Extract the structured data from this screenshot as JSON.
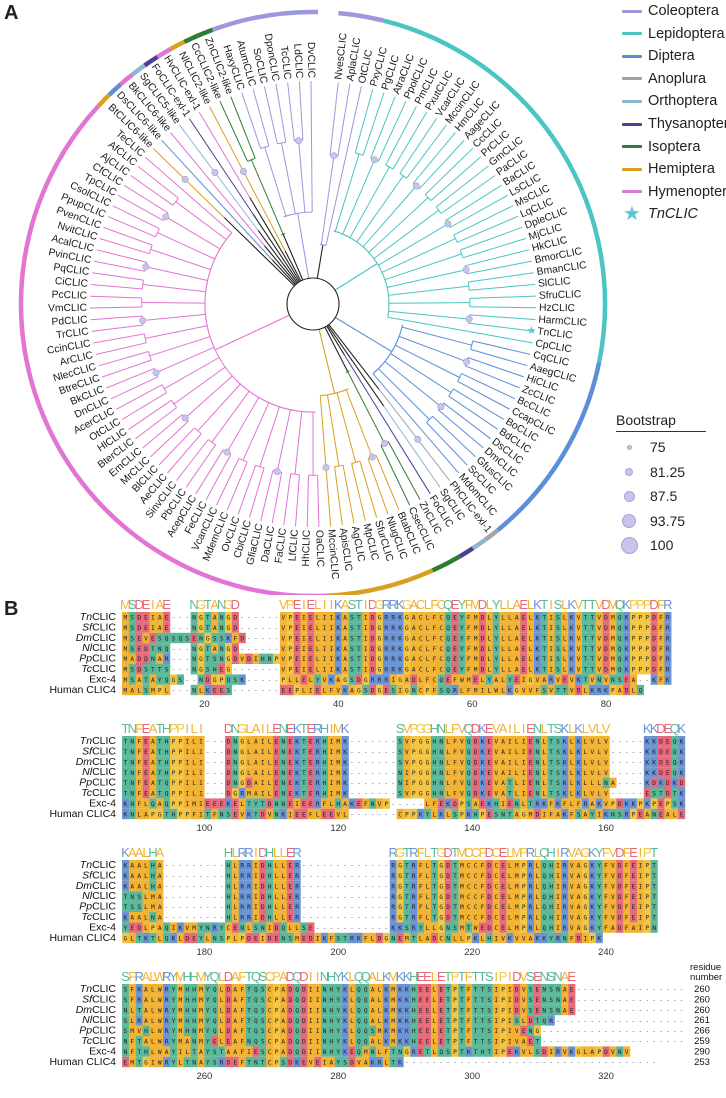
{
  "panels": {
    "a": "A",
    "b": "B"
  },
  "legend": {
    "clades": [
      {
        "name": "Coleoptera",
        "color": "#9b98dc"
      },
      {
        "name": "Lepidoptera",
        "color": "#4bc4c4"
      },
      {
        "name": "Diptera",
        "color": "#5b8fd8"
      },
      {
        "name": "Anoplura",
        "color": "#a3a3a3"
      },
      {
        "name": "Orthoptera",
        "color": "#8ab8d2"
      },
      {
        "name": "Thysanoptera",
        "color": "#4b3f96"
      },
      {
        "name": "Isoptera",
        "color": "#2e7d32"
      },
      {
        "name": "Hemiptera",
        "color": "#d7a11f"
      },
      {
        "name": "Hymenoptera",
        "color": "#e274d4"
      }
    ],
    "highlight": {
      "name": "TnCLIC",
      "icon": "star-icon",
      "color": "#5cc8d6"
    }
  },
  "bootstrap": {
    "title": "Bootstrap",
    "levels": [
      "75",
      "81.25",
      "87.5",
      "93.75",
      "100"
    ]
  },
  "tree": {
    "leaves_clockwise": [
      {
        "label": "NvesCLIC",
        "clade": "Coleoptera"
      },
      {
        "label": "AplaCLIC",
        "clade": "Coleoptera"
      },
      {
        "label": "OtCLIC",
        "clade": "Coleoptera"
      },
      {
        "label": "PxyCLIC",
        "clade": "Lepidoptera"
      },
      {
        "label": "PgCLIC",
        "clade": "Lepidoptera"
      },
      {
        "label": "AtraCLIC",
        "clade": "Lepidoptera"
      },
      {
        "label": "PpolCLIC",
        "clade": "Lepidoptera"
      },
      {
        "label": "PmCLIC",
        "clade": "Lepidoptera"
      },
      {
        "label": "PxutCLIC",
        "clade": "Lepidoptera"
      },
      {
        "label": "VcarCLIC",
        "clade": "Lepidoptera"
      },
      {
        "label": "MccinCLIC",
        "clade": "Lepidoptera"
      },
      {
        "label": "HmCLIC",
        "clade": "Lepidoptera"
      },
      {
        "label": "AageCLIC",
        "clade": "Lepidoptera"
      },
      {
        "label": "CcCLIC",
        "clade": "Lepidoptera"
      },
      {
        "label": "PrCLIC",
        "clade": "Lepidoptera"
      },
      {
        "label": "GmCLIC",
        "clade": "Lepidoptera"
      },
      {
        "label": "PaCLIC",
        "clade": "Lepidoptera"
      },
      {
        "label": "BaCLIC",
        "clade": "Lepidoptera"
      },
      {
        "label": "LsCLIC",
        "clade": "Lepidoptera"
      },
      {
        "label": "MsCLIC",
        "clade": "Lepidoptera"
      },
      {
        "label": "LqCLIC",
        "clade": "Lepidoptera"
      },
      {
        "label": "DpleCLIC",
        "clade": "Lepidoptera"
      },
      {
        "label": "MjCLIC",
        "clade": "Lepidoptera"
      },
      {
        "label": "HkCLIC",
        "clade": "Lepidoptera"
      },
      {
        "label": "BmorCLIC",
        "clade": "Lepidoptera"
      },
      {
        "label": "BmanCLIC",
        "clade": "Lepidoptera"
      },
      {
        "label": "SlCLIC",
        "clade": "Lepidoptera"
      },
      {
        "label": "SfruCLIC",
        "clade": "Lepidoptera"
      },
      {
        "label": "HzCLIC",
        "clade": "Lepidoptera"
      },
      {
        "label": "HarmCLIC",
        "clade": "Lepidoptera"
      },
      {
        "label": "TnCLIC",
        "clade": "Lepidoptera"
      },
      {
        "label": "CpCLIC",
        "clade": "Lepidoptera"
      },
      {
        "label": "CqCLIC",
        "clade": "Diptera"
      },
      {
        "label": "AaegCLIC",
        "clade": "Diptera"
      },
      {
        "label": "HiCLIC",
        "clade": "Diptera"
      },
      {
        "label": "ZcCLIC",
        "clade": "Diptera"
      },
      {
        "label": "BcCLIC",
        "clade": "Diptera"
      },
      {
        "label": "CcapCLIC",
        "clade": "Diptera"
      },
      {
        "label": "BoCLIC",
        "clade": "Diptera"
      },
      {
        "label": "BdCLIC",
        "clade": "Diptera"
      },
      {
        "label": "DsCLIC",
        "clade": "Diptera"
      },
      {
        "label": "DmCLIC",
        "clade": "Diptera"
      },
      {
        "label": "GfusCLIC",
        "clade": "Diptera"
      },
      {
        "label": "ScCLIC",
        "clade": "Diptera"
      },
      {
        "label": "MdomCLIC",
        "clade": "Diptera"
      },
      {
        "label": "PhCLIC-exl-1",
        "clade": "Anoplura"
      },
      {
        "label": "SgCLIC",
        "clade": "Orthoptera"
      },
      {
        "label": "FoCLIC",
        "clade": "Thysanoptera"
      },
      {
        "label": "ZnCLIC",
        "clade": "Isoptera"
      },
      {
        "label": "CsecCLIC",
        "clade": "Isoptera"
      },
      {
        "label": "BtabCLIC",
        "clade": "Hemiptera"
      },
      {
        "label": "NlugCLIC",
        "clade": "Hemiptera"
      },
      {
        "label": "SfurCLIC",
        "clade": "Hemiptera"
      },
      {
        "label": "MpCLIC",
        "clade": "Hemiptera"
      },
      {
        "label": "AgCLIC",
        "clade": "Hemiptera"
      },
      {
        "label": "ApisCLIC",
        "clade": "Hemiptera"
      },
      {
        "label": "MccinCLIC",
        "clade": "Hemiptera"
      },
      {
        "label": "OaCLIC",
        "clade": "Hymenoptera"
      },
      {
        "label": "HhCLIC",
        "clade": "Hymenoptera"
      },
      {
        "label": "LfCLIC",
        "clade": "Hymenoptera"
      },
      {
        "label": "FaCLIC",
        "clade": "Hymenoptera"
      },
      {
        "label": "DaCLIC",
        "clade": "Hymenoptera"
      },
      {
        "label": "GfiaCLIC",
        "clade": "Hymenoptera"
      },
      {
        "label": "CbiCLIC",
        "clade": "Hymenoptera"
      },
      {
        "label": "OvCLIC",
        "clade": "Hymenoptera"
      },
      {
        "label": "MdemCLIC",
        "clade": "Hymenoptera"
      },
      {
        "label": "VcanCLIC",
        "clade": "Hymenoptera"
      },
      {
        "label": "FeCLIC",
        "clade": "Hymenoptera"
      },
      {
        "label": "AcepCLIC",
        "clade": "Hymenoptera"
      },
      {
        "label": "PbCLIC",
        "clade": "Hymenoptera"
      },
      {
        "label": "SinvCLIC",
        "clade": "Hymenoptera"
      },
      {
        "label": "AeCLIC",
        "clade": "Hymenoptera"
      },
      {
        "label": "BlCLIC",
        "clade": "Hymenoptera"
      },
      {
        "label": "MrCLIC",
        "clade": "Hymenoptera"
      },
      {
        "label": "EmCLIC",
        "clade": "Hymenoptera"
      },
      {
        "label": "BterCLIC",
        "clade": "Hymenoptera"
      },
      {
        "label": "HlCLIC",
        "clade": "Hymenoptera"
      },
      {
        "label": "OtCLIC",
        "clade": "Hymenoptera"
      },
      {
        "label": "AcerCLIC",
        "clade": "Hymenoptera"
      },
      {
        "label": "DnCLIC",
        "clade": "Hymenoptera"
      },
      {
        "label": "BkCLIC",
        "clade": "Hymenoptera"
      },
      {
        "label": "BtreCLIC",
        "clade": "Hymenoptera"
      },
      {
        "label": "NlecCLIC",
        "clade": "Hymenoptera"
      },
      {
        "label": "ArCLIC",
        "clade": "Hymenoptera"
      },
      {
        "label": "CcinCLIC",
        "clade": "Hymenoptera"
      },
      {
        "label": "TrCLIC",
        "clade": "Hymenoptera"
      },
      {
        "label": "PdCLIC",
        "clade": "Hymenoptera"
      },
      {
        "label": "VmCLIC",
        "clade": "Hymenoptera"
      },
      {
        "label": "PcCLIC",
        "clade": "Hymenoptera"
      },
      {
        "label": "CiCLIC",
        "clade": "Hymenoptera"
      },
      {
        "label": "PqCLIC",
        "clade": "Hymenoptera"
      },
      {
        "label": "PvinCLIC",
        "clade": "Hymenoptera"
      },
      {
        "label": "AcalCLIC",
        "clade": "Hymenoptera"
      },
      {
        "label": "NvitCLIC",
        "clade": "Hymenoptera"
      },
      {
        "label": "PvenCLIC",
        "clade": "Hymenoptera"
      },
      {
        "label": "PpupCLIC",
        "clade": "Hymenoptera"
      },
      {
        "label": "CsolCLIC",
        "clade": "Hymenoptera"
      },
      {
        "label": "TpCLIC",
        "clade": "Hymenoptera"
      },
      {
        "label": "CfCLIC",
        "clade": "Hymenoptera"
      },
      {
        "label": "AjCLIC",
        "clade": "Hymenoptera"
      },
      {
        "label": "AfCLIC",
        "clade": "Hymenoptera"
      },
      {
        "label": "TeCLIC",
        "clade": "Hymenoptera"
      },
      {
        "label": "BtCLIC6-like",
        "clade": "Hemiptera"
      },
      {
        "label": "DsCLIC6-like",
        "clade": "Diptera"
      },
      {
        "label": "BkCLIC6-like",
        "clade": "Hymenoptera"
      },
      {
        "label": "SgCLIC5-like",
        "clade": "Orthoptera"
      },
      {
        "label": "FoCLIC-exl-1",
        "clade": "Thysanoptera"
      },
      {
        "label": "HvCLIC-exl-1",
        "clade": "Hymenoptera"
      },
      {
        "label": "NlCLIC2-like",
        "clade": "Hemiptera"
      },
      {
        "label": "CcCLIC2-like",
        "clade": "Isoptera"
      },
      {
        "label": "ZnCLIC2-like",
        "clade": "Isoptera"
      },
      {
        "label": "HaxyCLIC",
        "clade": "Coleoptera"
      },
      {
        "label": "AtumCLIC",
        "clade": "Coleoptera"
      },
      {
        "label": "SoCLIC",
        "clade": "Coleoptera"
      },
      {
        "label": "DponCLIC",
        "clade": "Coleoptera"
      },
      {
        "label": "TcCLIC",
        "clade": "Coleoptera"
      },
      {
        "label": "LdCLIC",
        "clade": "Coleoptera"
      },
      {
        "label": "DvCLIC",
        "clade": "Coleoptera"
      }
    ]
  },
  "alignment": {
    "sequence_names": [
      {
        "italic": "Tn",
        "rest": "CLIC"
      },
      {
        "italic": "Sf",
        "rest": "CLIC"
      },
      {
        "italic": "Dm",
        "rest": "CLIC"
      },
      {
        "italic": "Nl",
        "rest": "CLIC"
      },
      {
        "italic": "Pp",
        "rest": "CLIC"
      },
      {
        "italic": "Tc",
        "rest": "CLIC"
      },
      {
        "italic": "",
        "rest": "Exc-4"
      },
      {
        "italic": "",
        "rest": "Human CLIC4"
      }
    ],
    "residue_label": [
      "residue",
      "number"
    ],
    "residue_counts": [
      "260",
      "260",
      "260",
      "261",
      "266",
      "259",
      "290",
      "253"
    ],
    "blocks": [
      {
        "ticks": [
          "20",
          "40",
          "60",
          "80"
        ],
        "rows": [
          "MSDEIAE---NGTANGD------VPEIELIIKASTIDGRRKGACLFCQEYFMDLYLLAELKTISLKVTTVDMQKPPPDFR",
          "MSDEIAE---NGTANGD------VPEIELIIKASTIDGRRKGACLFCQEYFMDLYLLAELKTISLKVTTVDMQKPPPDFR",
          "MSEVESQSQSENGSSKFD-----VPEIELIIKASTIDGRRKGACLFCQEYFMDLYLLAELKTISLKVTTVDMQKPPPDFR",
          "MSEDTNQ---NGTANGD------VPEIELIIKASTIDGRRKGACLFCQEYFMDLYLLAELKTISLKVTTVDMQKPPPDFR",
          "MADDNAR---NGTSNGDVDIHNPVPEIELIIKASTIDGRRKGACLFCQEYFMDLYLLAELKTISLKVTTVDMQKPPPDFR",
          "MSDSTTS---NGSHEG-------VPEIELIIKASTIDGRRKGACLFCQEYFMDLYLLAELKTISLKVTTVDMQKPPPDFR",
          "MSATAYQGS--NDGPQSK-----PLLELYVKAGSDGRRRIGADLFCQEFWMELYALYEIGVARVEVKTVNVNSEA--KFK",
          "MALSMPL---NLKEES-------EEPLIELFVKAGSDGESIGNCPFSQRLFMILWLKGVVFSVTTVDLKRKPADLQ"
        ]
      },
      {
        "ticks": [
          "100",
          "120",
          "140",
          "160"
        ],
        "rows": [
          "TNFEATHPPILI---DNGLAILENEKTERHIMK-------SVPGGHNLFVQDKEVAILIENLTSKLKLVLV-----KKDEQK",
          "TNFEATHPPILI---DNGLAILENEKTERHIMK-------SVPGGHNLFVQDKEVAILIENLTSKLKLVLV-----KKDEQK",
          "TNFEATHPPILI---DNGLAILENEKTERHIMK-------SVPGGHNLFVQDKEVAILIENLTSKLKLVLV-----KKDEQK",
          "TNFEATHPPILI---DNGLAILENEKTERHIMK-------NIPGGHNLFVQDKEVAILIENLTSKLKLVLV-----KKDEQK",
          "TNFEATQPPILI---DNGDAILENEKTERHIMK-------NIPGGHNLFVQDKEVATLIENLTSKLKLLLNA----KDKDKDPK",
          "TNFEATQPPILI---DGRMAILENEKTERHIMK-------SVPGGHNLFVQDKEVATLIENLTSKLKLVLV-----ESTDTKA",
          "KNFLQAQPPIMIEEEKELTYTDNNEIEERFLHAKEFNVP-----LFEKDPSAEKHIENLTRKFKFLFRAKVPDKKPKPEPSK",
          "KNLAPGTHPPFITFNSEVKTDVNKIEEFLEEVL-------CPPKYLKLSPKHPESNTAGMDIFAKFSAYIKNSRPEANEALER"
        ]
      },
      {
        "ticks": [
          "180",
          "200",
          "220",
          "240"
        ],
        "rows": [
          "KAALHA---------HLRRIDHLLER-------------RGTRFLTGDTMCCFDCELMPRLQHIRVAGKYFVDFEIPT",
          "KAALHA---------HLRRIDHLLER-------------RGTRFLTGDTMCCFDCELMPRLQHIRVAGKYFVDFEIPT",
          "KAALHA---------HLRRIDHLLER-------------RGTRFLTGDTMCCFDCELMPRLQHIRVAGKYFVDFEIPT",
          "TNSLMA---------HLRRIDHLLER-------------RGTRFLTGDTMCCFDCELMPRLQHIRVAGKYFVDFEIPT",
          "TSSLMA---------HLRRIDHLLER-------------RGTRFLTGDTMCCFDCELMPRLQHIRVAGKYFVDFEIPT",
          "KAALNA---------HLRRIDHLLER-------------RGTRFLTGDTMCCFDCELMPRLQHIRVAGKYFVDFEIPT",
          "YEDLPAQIKVMYNRYCENLSNIDQLLSE-----------KKSRYLLGNSMTWEDCELMPRLQHIRVAGKYFADFAIPN",
          "GLTKTLQKLDEYLNSPLPDEIDENSMEDIKFSTRKFLDGNEMTLADCNLLPKLHIVKVVAKKYRNFDIPK"
        ]
      },
      {
        "ticks": [
          "260",
          "280",
          "300",
          "320"
        ],
        "rows": [
          "SFRALWRYMHHMYQLDAFTQSCPADQDIINHYKLQQALKMKKHEELETPTFTTSIPIDVSENSNAE-----------------",
          "SFRALWRYMHHMYQLDAFTQSCPADQDIINHYKLQQALKMKKHEELETPTFTTSIPIDVSENSNAE-----------------",
          "NLTALWRYMHHMYQLDAFTQSCPADQDIINHYKLQQALKMKKHEELETPTFTTSIPIDVSENSNAE-----------------",
          "SLRALWRYMHHMYQLDAFTQSCPADQDIINHYKLQQALKMKKHEELETPTFTTSIPISLDTQR-------------------",
          "SMVHLWRYMHNMYQLDAFTQSCPADQDIINHYKLQQSMKMKKHEELETPTFTTSIPIVENG----------------------",
          "NFTALWRYMANMYELEAFNQSCPADQDIINHYKLQQALKMKKHEELETPTFTTSIPIVAET----------------------",
          "NFTHLWAYILTAYSTAAFIESCPADQDIINHYKEQMNLFTNGRETLQSPTKTHTIPEKVLSDIRVKGLAPDVNV",
          "EMTGIWRYLTNAYSRDEFTNTCPSDKEVEIAYSDVAKRLTK-------------------------------------"
        ]
      }
    ]
  }
}
